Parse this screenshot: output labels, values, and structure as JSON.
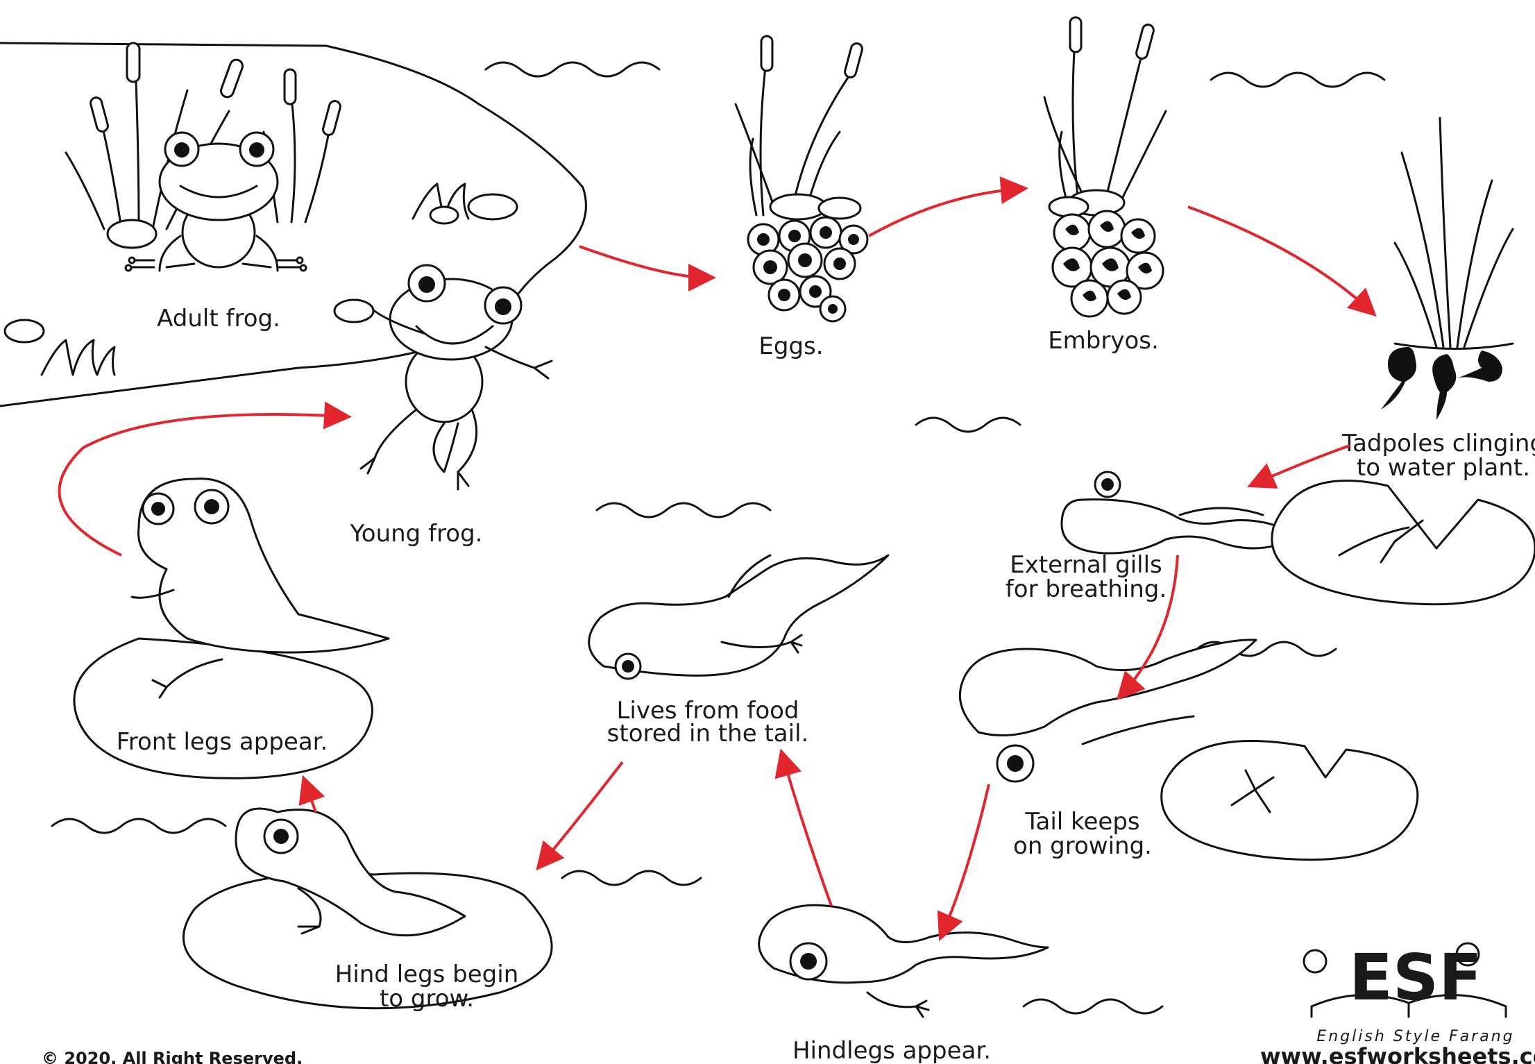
{
  "labels": {
    "adult_frog": "Adult frog.",
    "eggs": "Eggs.",
    "embryos": "Embryos.",
    "tadpoles_clinging_1": "Tadpoles clinging",
    "tadpoles_clinging_2": "to water plant.",
    "external_gills_1": "External gills",
    "external_gills_2": "for breathing.",
    "tail_keeps_1": "Tail keeps",
    "tail_keeps_2": "on growing.",
    "hindlegs_appear": "Hindlegs appear.",
    "lives_food_1": "Lives from food",
    "lives_food_2": "stored in the tail.",
    "hind_legs_begin_1": "Hind legs begin",
    "hind_legs_begin_2": "to grow.",
    "front_legs_appear": "Front legs appear.",
    "young_frog": "Young frog."
  },
  "footer": {
    "copyright": "© 2020. All Right Reserved.",
    "logo_text": "ESF",
    "logo_tagline": "English Style Farang",
    "website": "www.esfworksheets.com"
  },
  "colors": {
    "arrow": "#e1262d",
    "outline": "#111111"
  }
}
